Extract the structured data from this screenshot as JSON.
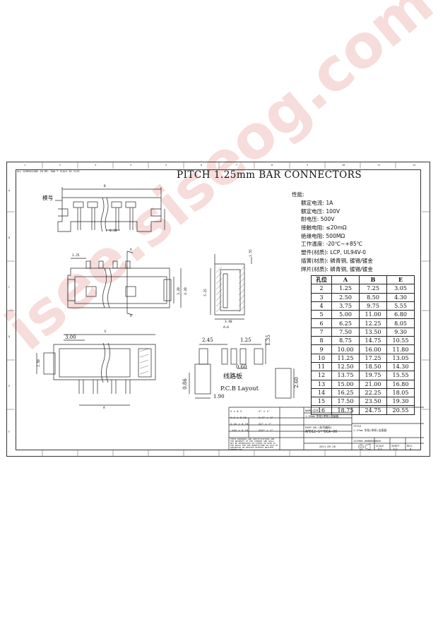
{
  "header_note": "ALL DIMENSIONS IN MM. DON'T SCALE BY SIZE",
  "title": "PITCH 1.25mm BAR CONNECTORS",
  "labels": {
    "model": "模号",
    "section": "A—A",
    "pcb_cn": "线路板",
    "pcb_en": "P.C.B Layout"
  },
  "specs_title": "性能:",
  "specs": [
    "额定电流: 1A",
    "额定电压: 100V",
    "耐电压: 500V",
    "接触电阻: ≤20mΩ",
    "绝缘电阻: 500MΩ",
    "工作温度: -20℃~+85℃",
    "塑件(材质): LCP, UL94V-0",
    "插簧(材质): 磷青铜, 镀锡/镀金",
    "焊片(材质): 磷青铜, 镀锡/镀金"
  ],
  "table": {
    "headers": [
      "孔位",
      "A",
      "B",
      "E"
    ],
    "rows": [
      [
        "2",
        "1.25",
        "7.25",
        "3.05"
      ],
      [
        "3",
        "2.50",
        "8.50",
        "4.30"
      ],
      [
        "4",
        "3.75",
        "9.75",
        "5.55"
      ],
      [
        "5",
        "5.00",
        "11.00",
        "6.80"
      ],
      [
        "6",
        "6.25",
        "12.25",
        "8.05"
      ],
      [
        "7",
        "7.50",
        "13.50",
        "9.30"
      ],
      [
        "8",
        "8.75",
        "14.75",
        "10.55"
      ],
      [
        "9",
        "10.00",
        "16.00",
        "11.80"
      ],
      [
        "10",
        "11.25",
        "17.25",
        "13.05"
      ],
      [
        "11",
        "12.50",
        "18.50",
        "14.30"
      ],
      [
        "12",
        "13.75",
        "19.75",
        "15.55"
      ],
      [
        "13",
        "15.00",
        "21.00",
        "16.80"
      ],
      [
        "14",
        "16.25",
        "22.25",
        "18.05"
      ],
      [
        "15",
        "17.50",
        "23.50",
        "19.30"
      ],
      [
        "16",
        "18.75",
        "24.75",
        "20.55"
      ]
    ]
  },
  "dims": {
    "top_b": "B",
    "pitch_030": "0.30",
    "d125a": "1.25",
    "a_upper": "A",
    "a_lower": "A",
    "h320": "3.20",
    "h420": "4.20",
    "w340": "3.40",
    "h525": "5.25",
    "side_r": "1.55",
    "e": "E",
    "d300": "3.00",
    "d250": "2.50",
    "a_bot": "A",
    "p245": "2.45",
    "p125": "1.25",
    "p135": "1.35",
    "p060": "0.60",
    "p086": "0.86",
    "p190": "1.90",
    "p260": "2.60"
  },
  "title_block": {
    "tolerances": [
      "X ± 0.3",
      "X.X ± 0.15",
      "X.XX ± 0.10",
      ".XXX ± 0.10"
    ],
    "angles": [
      "X° ± 1°",
      "X.X° ± 1°",
      "XX° ± 1°",
      "XXX° ± 1°"
    ],
    "name_label": "NAME(品名)",
    "name_value": "1.25mm 卧贴(带扣)连接器",
    "part_label": "PART NO.(料号编码)",
    "part_value": "APD12-S**DCA-00",
    "title_label": "TITLE",
    "title_value": "1.27mm 卧贴(带扣)连接器",
    "drawing_no": "121906-0WB0000000",
    "scale_label": "SCALE",
    "sheet_label": "SHEET",
    "rev_label": "REV.",
    "scale_value": "1/1",
    "sheet_value": "1/1",
    "rev_value": "A",
    "date": "2011.09.28",
    "notice": "THESE DRAWINGS AND SPECIFICATIONS ARE THE PROPERTY OF THE COMPANY AND SHALL NOT BE REPRODUCED OR COPIED OR USED AS THE BASIS FOR THE MANUFACTURE OR SALE OF APPARATUS OR DEVICES WITHOUT WRITTEN PERMISSION"
  },
  "grid_numbers": [
    "1",
    "2",
    "3",
    "4",
    "5",
    "6",
    "7",
    "8",
    "9",
    "10",
    "11",
    "12"
  ],
  "grid_letters": [
    "A",
    "B",
    "C",
    "D",
    "E",
    "F"
  ],
  "watermark": "isee.siseog.com",
  "colors": {
    "watermark": "#d2504640",
    "ink": "#111111"
  }
}
